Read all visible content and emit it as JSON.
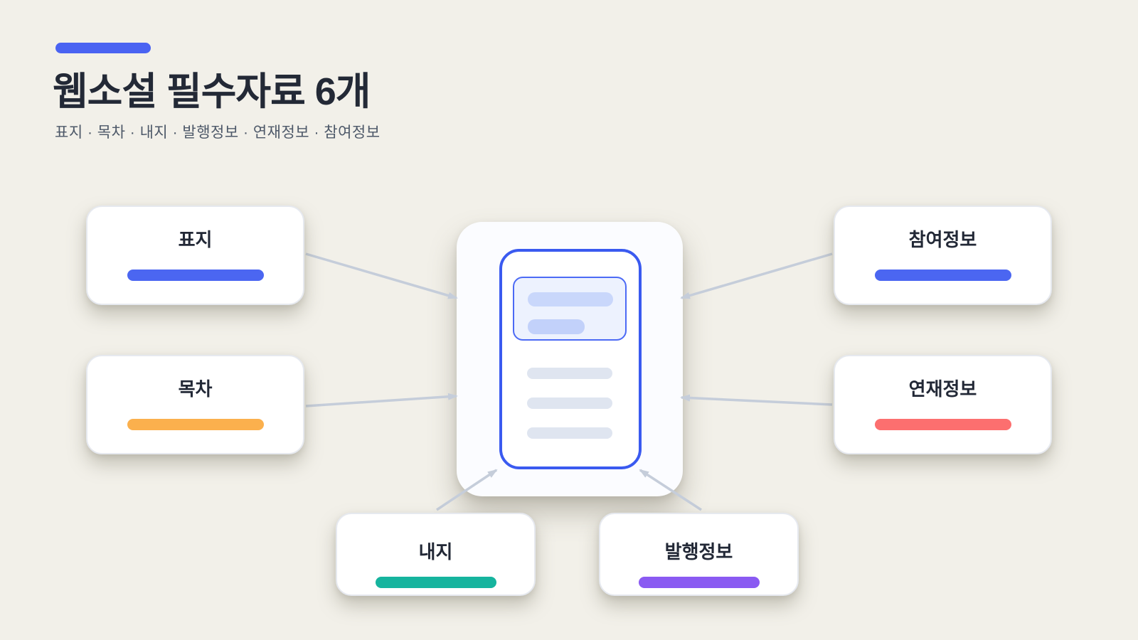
{
  "page": {
    "background_color": "#f2f0e9"
  },
  "header": {
    "accent_bar_color": "#4a63f2",
    "title": "웹소설 필수자료 6개",
    "title_color": "#232936",
    "subtitle": "표지 · 목차 · 내지 · 발행정보 · 연재정보 · 참여정보",
    "subtitle_color": "#4d5868"
  },
  "cards": [
    {
      "id": "cover",
      "label": "표지",
      "accent_color": "#4b66f1",
      "position": "left-top"
    },
    {
      "id": "table-of-contents",
      "label": "목차",
      "accent_color": "#fbb04d",
      "position": "left-bottom"
    },
    {
      "id": "inner-pages",
      "label": "내지",
      "accent_color": "#16b49e",
      "position": "bottom-left"
    },
    {
      "id": "publication-info",
      "label": "발행정보",
      "accent_color": "#8a5af2",
      "position": "bottom-right"
    },
    {
      "id": "serialization-info",
      "label": "연재정보",
      "accent_color": "#fc6f6f",
      "position": "right-bottom"
    },
    {
      "id": "participation-info",
      "label": "참여정보",
      "accent_color": "#4b66f1",
      "position": "right-top"
    }
  ],
  "center_document": {
    "card_background": "#fbfcff",
    "outline_color": "#3a5af0",
    "header_fill": "#edf2fe",
    "header_line_color_1": "#c9d7fb",
    "header_line_color_2": "#c2d1fa",
    "text_line_color": "#dfe5f0"
  },
  "diagram": {
    "arrow_color": "#c5cdda",
    "arrow_count": 6
  }
}
